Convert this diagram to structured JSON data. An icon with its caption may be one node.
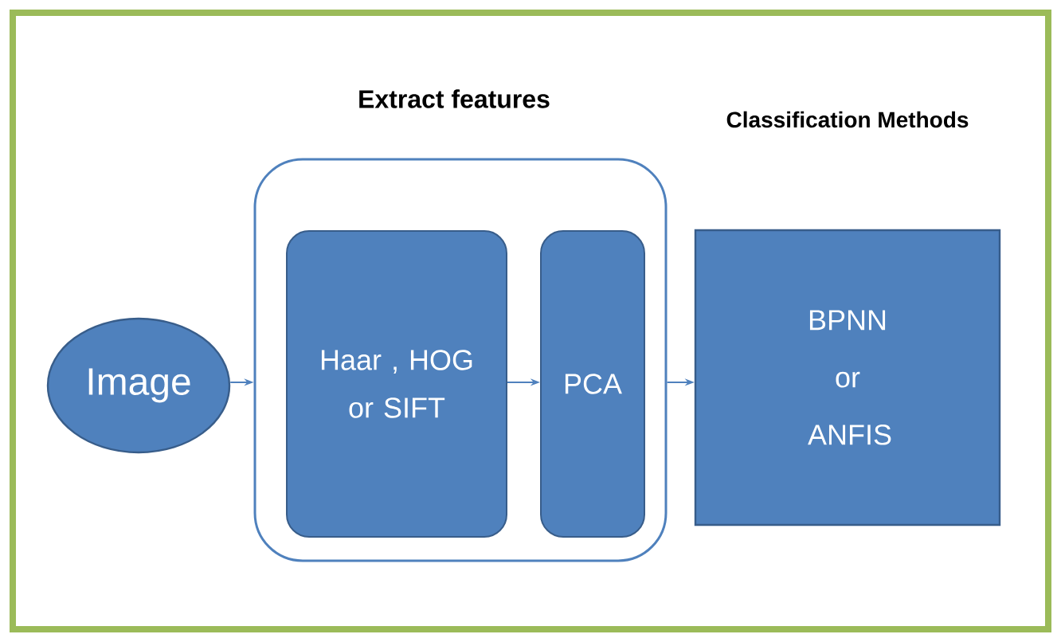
{
  "diagram": {
    "nodes": [
      {
        "text": [
          "Image"
        ]
      },
      {
        "text": [
          "Extract features"
        ]
      },
      {
        "text": [
          "Haar , HOG or SIFT"
        ],
        "in": 1
      },
      {
        "text": [
          "PCA"
        ],
        "in": 1
      },
      {
        "text": [
          "Classification Methods",
          "BPNN or ANFIS"
        ]
      }
    ],
    "edges": [
      {
        "from": 0,
        "to": 1,
        "arrow": "to"
      },
      {
        "from": 2,
        "to": 3,
        "arrow": "to"
      },
      {
        "from": 1,
        "to": 4,
        "arrow": "to"
      }
    ]
  }
}
